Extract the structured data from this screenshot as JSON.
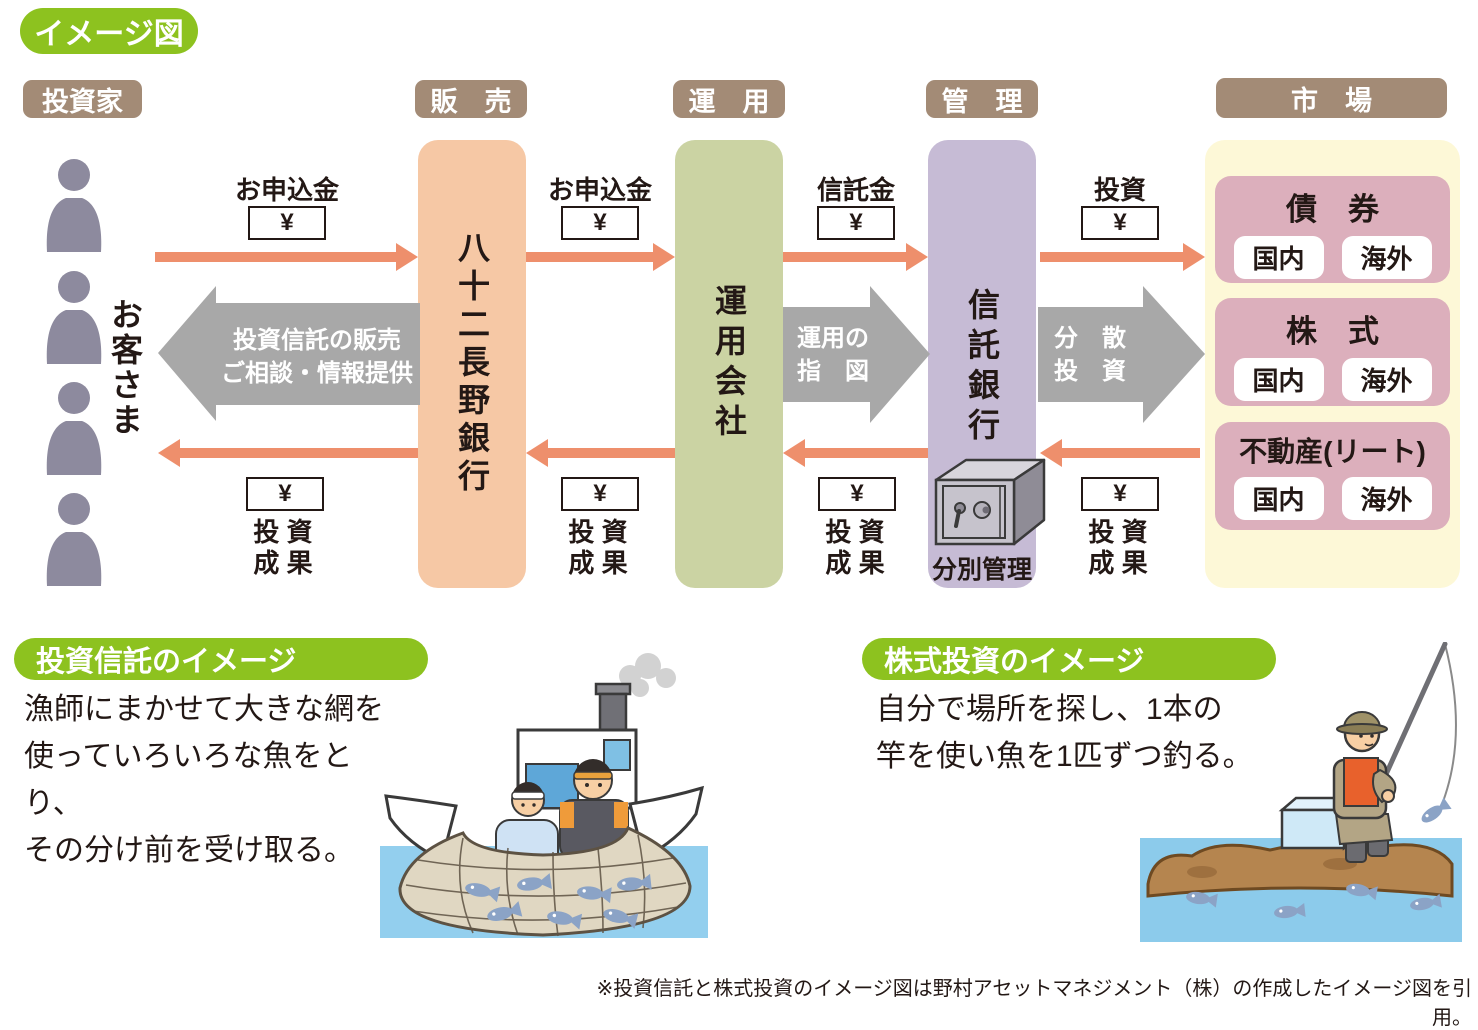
{
  "title_badge": "イメージ図",
  "headers": {
    "investor": "投資家",
    "sales": "販　売",
    "operation": "運　用",
    "custody": "管　理",
    "market": "市　場"
  },
  "entities": {
    "customers": "お客さま",
    "bank": "八十二長野銀行",
    "asset_manager": "運用会社",
    "trust_bank": "信託銀行",
    "segregated_custody": "分別管理"
  },
  "flows": {
    "top": [
      {
        "label": "お申込金",
        "yen": "¥"
      },
      {
        "label": "お申込金",
        "yen": "¥"
      },
      {
        "label": "信託金",
        "yen": "¥"
      },
      {
        "label": "投資",
        "yen": "¥"
      }
    ],
    "back": {
      "sales_line1": "投資信託の販売",
      "sales_line2": "ご相談・情報提供",
      "instruct_line1": "運用の",
      "instruct_line2": "指　図",
      "diversify_line1": "分　散",
      "diversify_line2": "投　資"
    },
    "bottom": [
      {
        "yen": "¥",
        "line1": "投 資",
        "line2": "成 果"
      },
      {
        "yen": "¥",
        "line1": "投 資",
        "line2": "成 果"
      },
      {
        "yen": "¥",
        "line1": "投 資",
        "line2": "成 果"
      },
      {
        "yen": "¥",
        "line1": "投 資",
        "line2": "成 果"
      }
    ]
  },
  "market_items": [
    {
      "name": "債　券",
      "domestic": "国内",
      "overseas": "海外"
    },
    {
      "name": "株　式",
      "domestic": "国内",
      "overseas": "海外"
    },
    {
      "name": "不動産(リート)",
      "domestic": "国内",
      "overseas": "海外"
    }
  ],
  "sections": {
    "trust": {
      "badge": "投資信託のイメージ",
      "line1": "漁師にまかせて大きな網を",
      "line2": "使っていろいろな魚をとり、",
      "line3": "その分け前を受け取る。"
    },
    "stock": {
      "badge": "株式投資のイメージ",
      "line1": "自分で場所を探し、1本の",
      "line2": "竿を使い魚を1匹ずつ釣る。"
    }
  },
  "note": "※投資信託と株式投資のイメージ図は野村アセットマネジメント（株）の作成したイメージ図を引用。",
  "colors": {
    "green_badge": "#8dc21f",
    "brown_badge": "#a38b76",
    "bank_box": "#f6c8a5",
    "asset_manager_box": "#cbd3a3",
    "trust_bank_box": "#c6bbd5",
    "market_box": "#fdf8d7",
    "market_item_box": "#dcafbc",
    "orange_arrow": "#ee8f6c",
    "gray_arrow": "#a8a8a8",
    "person_icon": "#8d8a9e",
    "text": "#231815"
  }
}
